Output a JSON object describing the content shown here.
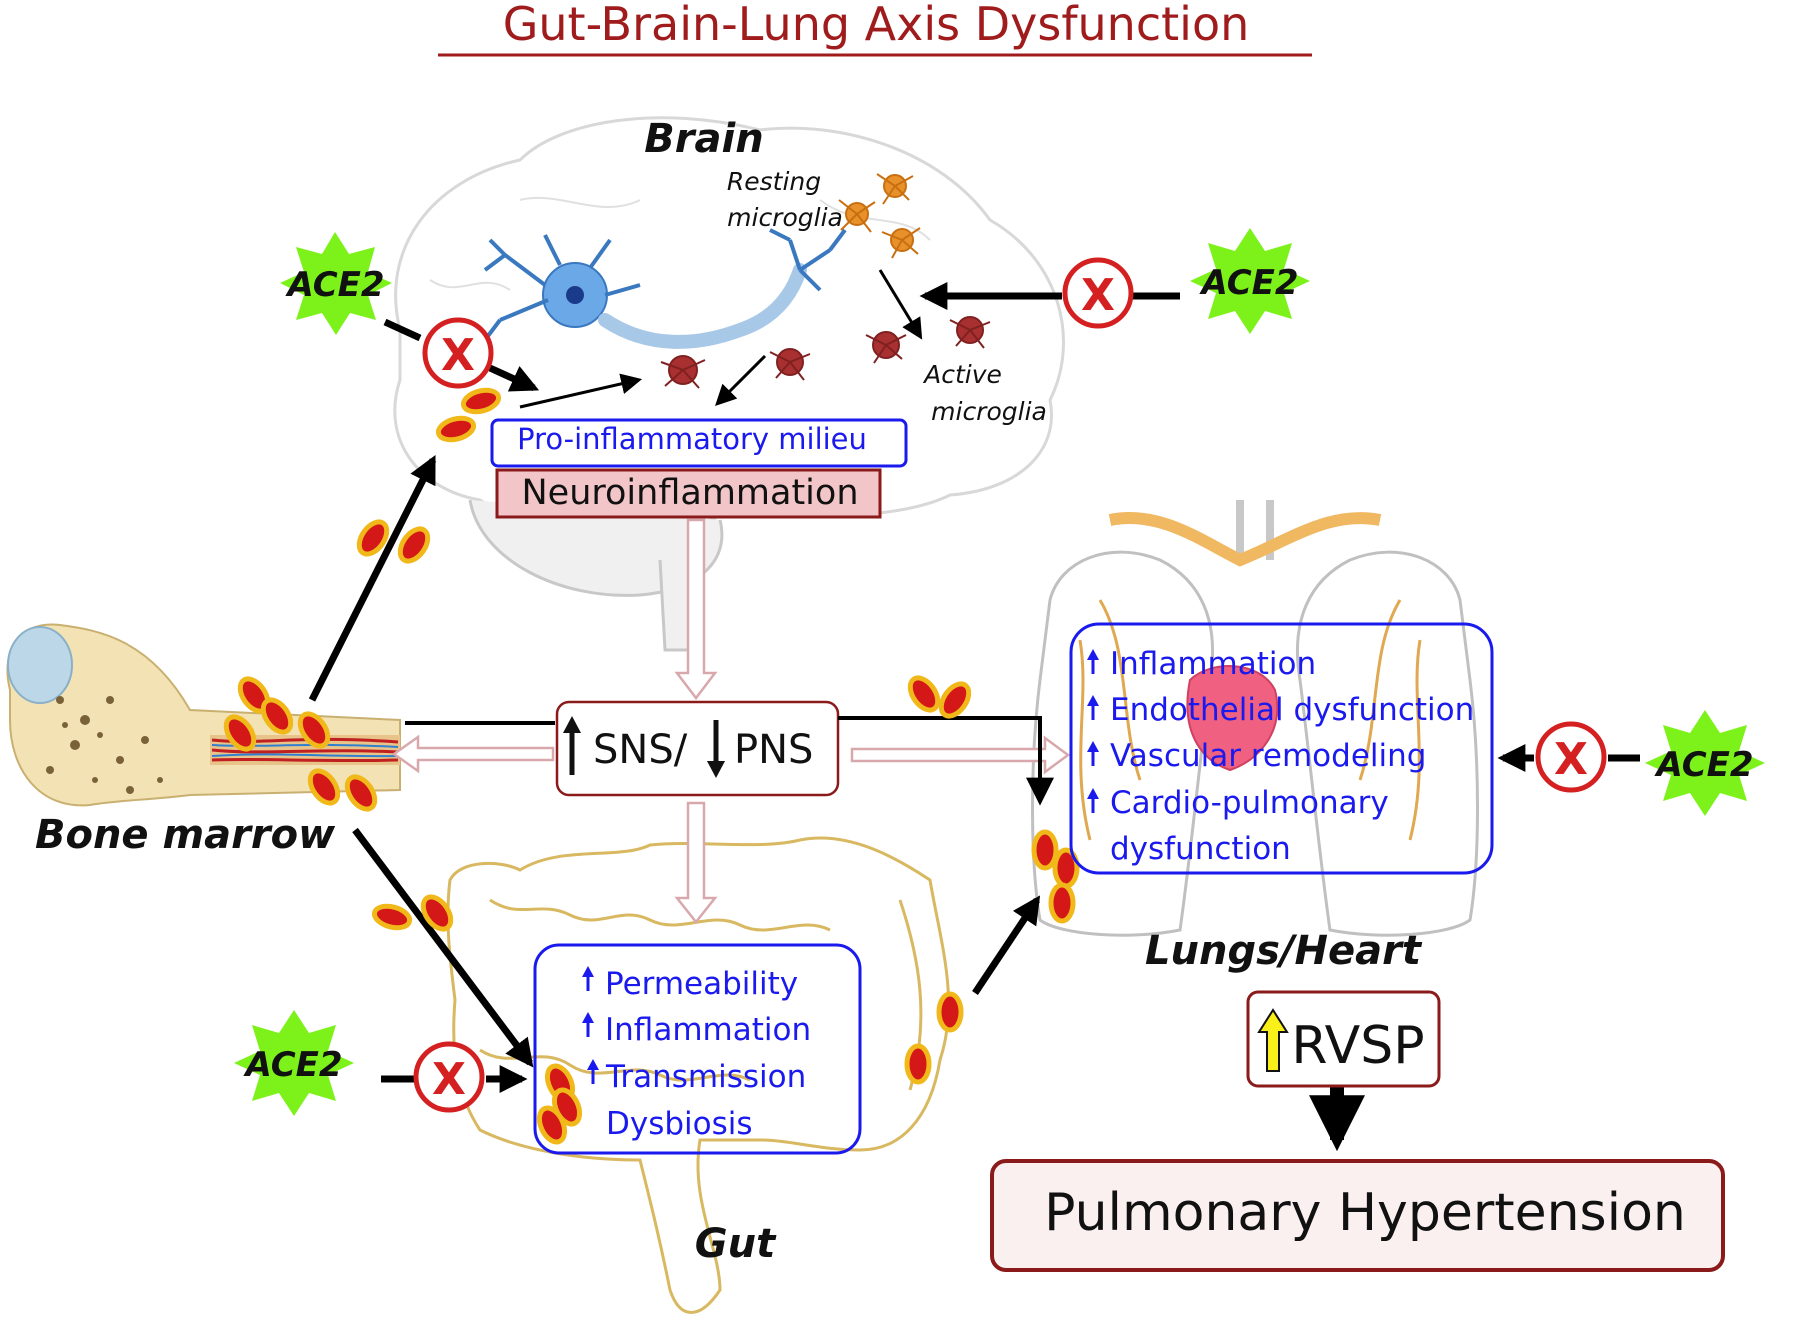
{
  "title": "Gut-Brain-Lung Axis Dysfunction",
  "labels": {
    "brain": "Brain",
    "bone_marrow": "Bone marrow",
    "gut": "Gut",
    "lungs_heart": "Lungs/Heart",
    "resting_microglia_1": "Resting",
    "resting_microglia_2": "microglia",
    "active_microglia_1": "Active",
    "active_microglia_2": "microglia"
  },
  "ace2": [
    "ACE2",
    "ACE2",
    "ACE2",
    "ACE2"
  ],
  "inhibitor_symbol": "X",
  "brain_boxes": {
    "pro_inflammatory": "Pro-inflammatory milieu",
    "neuroinflammation": "Neuroinflammation"
  },
  "autonomic": {
    "sns": "SNS/",
    "pns": "PNS"
  },
  "gut_box": {
    "items": [
      {
        "arrow": "up",
        "text": "Permeability"
      },
      {
        "arrow": "up",
        "text": "Inflammation"
      },
      {
        "arrow": "up",
        "text": "Transmission"
      },
      {
        "arrow": "none",
        "text": "Dysbiosis"
      }
    ]
  },
  "lung_box": {
    "items": [
      {
        "arrow": "up",
        "text": "Inflammation"
      },
      {
        "arrow": "up",
        "text": "Endothelial dysfunction"
      },
      {
        "arrow": "up",
        "text": "Vascular remodeling"
      },
      {
        "arrow": "up",
        "text": "Cardio-pulmonary"
      },
      {
        "arrow": "none",
        "text": "dysfunction"
      }
    ]
  },
  "rvsp": "RVSP",
  "outcome": "Pulmonary Hypertension",
  "colors": {
    "title": "#a01c1c",
    "box_blue": "#1a1aee",
    "box_border_dark_red": "#8b1a1a",
    "ace2_fill": "#7cf21a",
    "inhibitor_red": "#d42020",
    "pink_arrow": "#e8b8bc",
    "neuro_fill": "#f2c6c8",
    "outcome_fill": "#fbf0f0"
  }
}
